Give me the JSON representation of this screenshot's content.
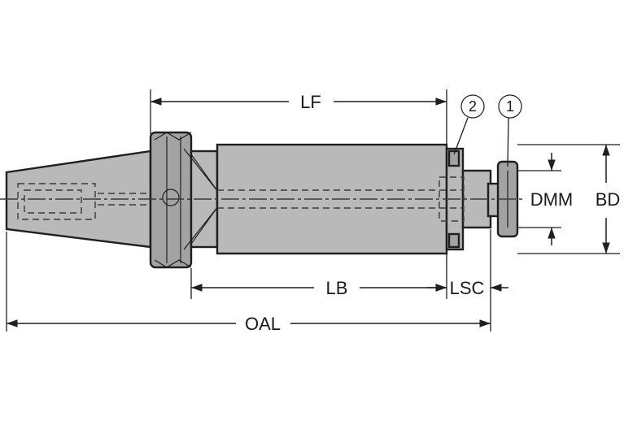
{
  "dimensions": {
    "lf": "LF",
    "lb": "LB",
    "lsc": "LSC",
    "oal": "OAL",
    "dmm": "DMM",
    "bd": "BD"
  },
  "callouts": {
    "one": "1",
    "two": "2"
  },
  "colors": {
    "body": "#b9b9b9",
    "outline": "#1f1f1f",
    "background": "#ffffff"
  }
}
